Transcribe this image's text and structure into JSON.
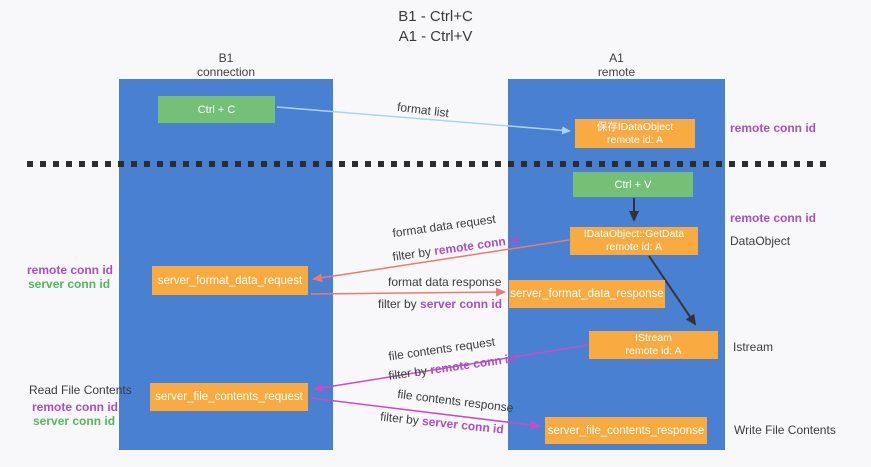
{
  "title": {
    "line1": "B1 - Ctrl+C",
    "line2": "A1 - Ctrl+V"
  },
  "lanes": {
    "left": {
      "name": "B1",
      "sub": "connection"
    },
    "right": {
      "name": "A1",
      "sub": "remote"
    }
  },
  "nodes": {
    "ctrl_c": {
      "label": "Ctrl + C"
    },
    "ctrl_v": {
      "label": "Ctrl + V"
    },
    "save_idataobject": {
      "line1": "保存IDataObject",
      "line2": "remote id: A"
    },
    "getdata": {
      "line1": "IDataObject::GetData",
      "line2": "remote id: A"
    },
    "istream": {
      "line1": "IStream",
      "line2": "remote id: A"
    },
    "format_request": {
      "label": "server_format_data_request"
    },
    "format_response": {
      "label": "server_format_data_response"
    },
    "file_request": {
      "label": "server_file_contents_request"
    },
    "file_response": {
      "label": "server_file_contents_response"
    }
  },
  "flow_labels": {
    "format_list": "format list",
    "format_data_request": "format data request",
    "format_data_response": "format data response",
    "file_contents_request": "file contents request",
    "file_contents_response": "file contents response",
    "filter_by": "filter by ",
    "remote_conn_id": "remote conn id",
    "server_conn_id": "server conn id"
  },
  "side_labels": {
    "remote_conn_id": "remote conn id",
    "server_conn_id": "server conn id",
    "dataobject": "DataObject",
    "istream": "Istream",
    "read_file_contents": "Read File Contents",
    "write_file_contents": "Write File Contents"
  },
  "colors": {
    "lane_blue": "#4a80d2",
    "node_green": "#74c077",
    "node_orange": "#f9ab42",
    "remote_purple": "#ac4fc6",
    "server_green": "#54b75e",
    "arrow_salmon": "#ec7a72",
    "arrow_magenta": "#ca4bc8",
    "arrow_lightblue": "#a9d4f3",
    "arrow_black": "#333333",
    "dashed_divider": "#2d2d2d"
  }
}
